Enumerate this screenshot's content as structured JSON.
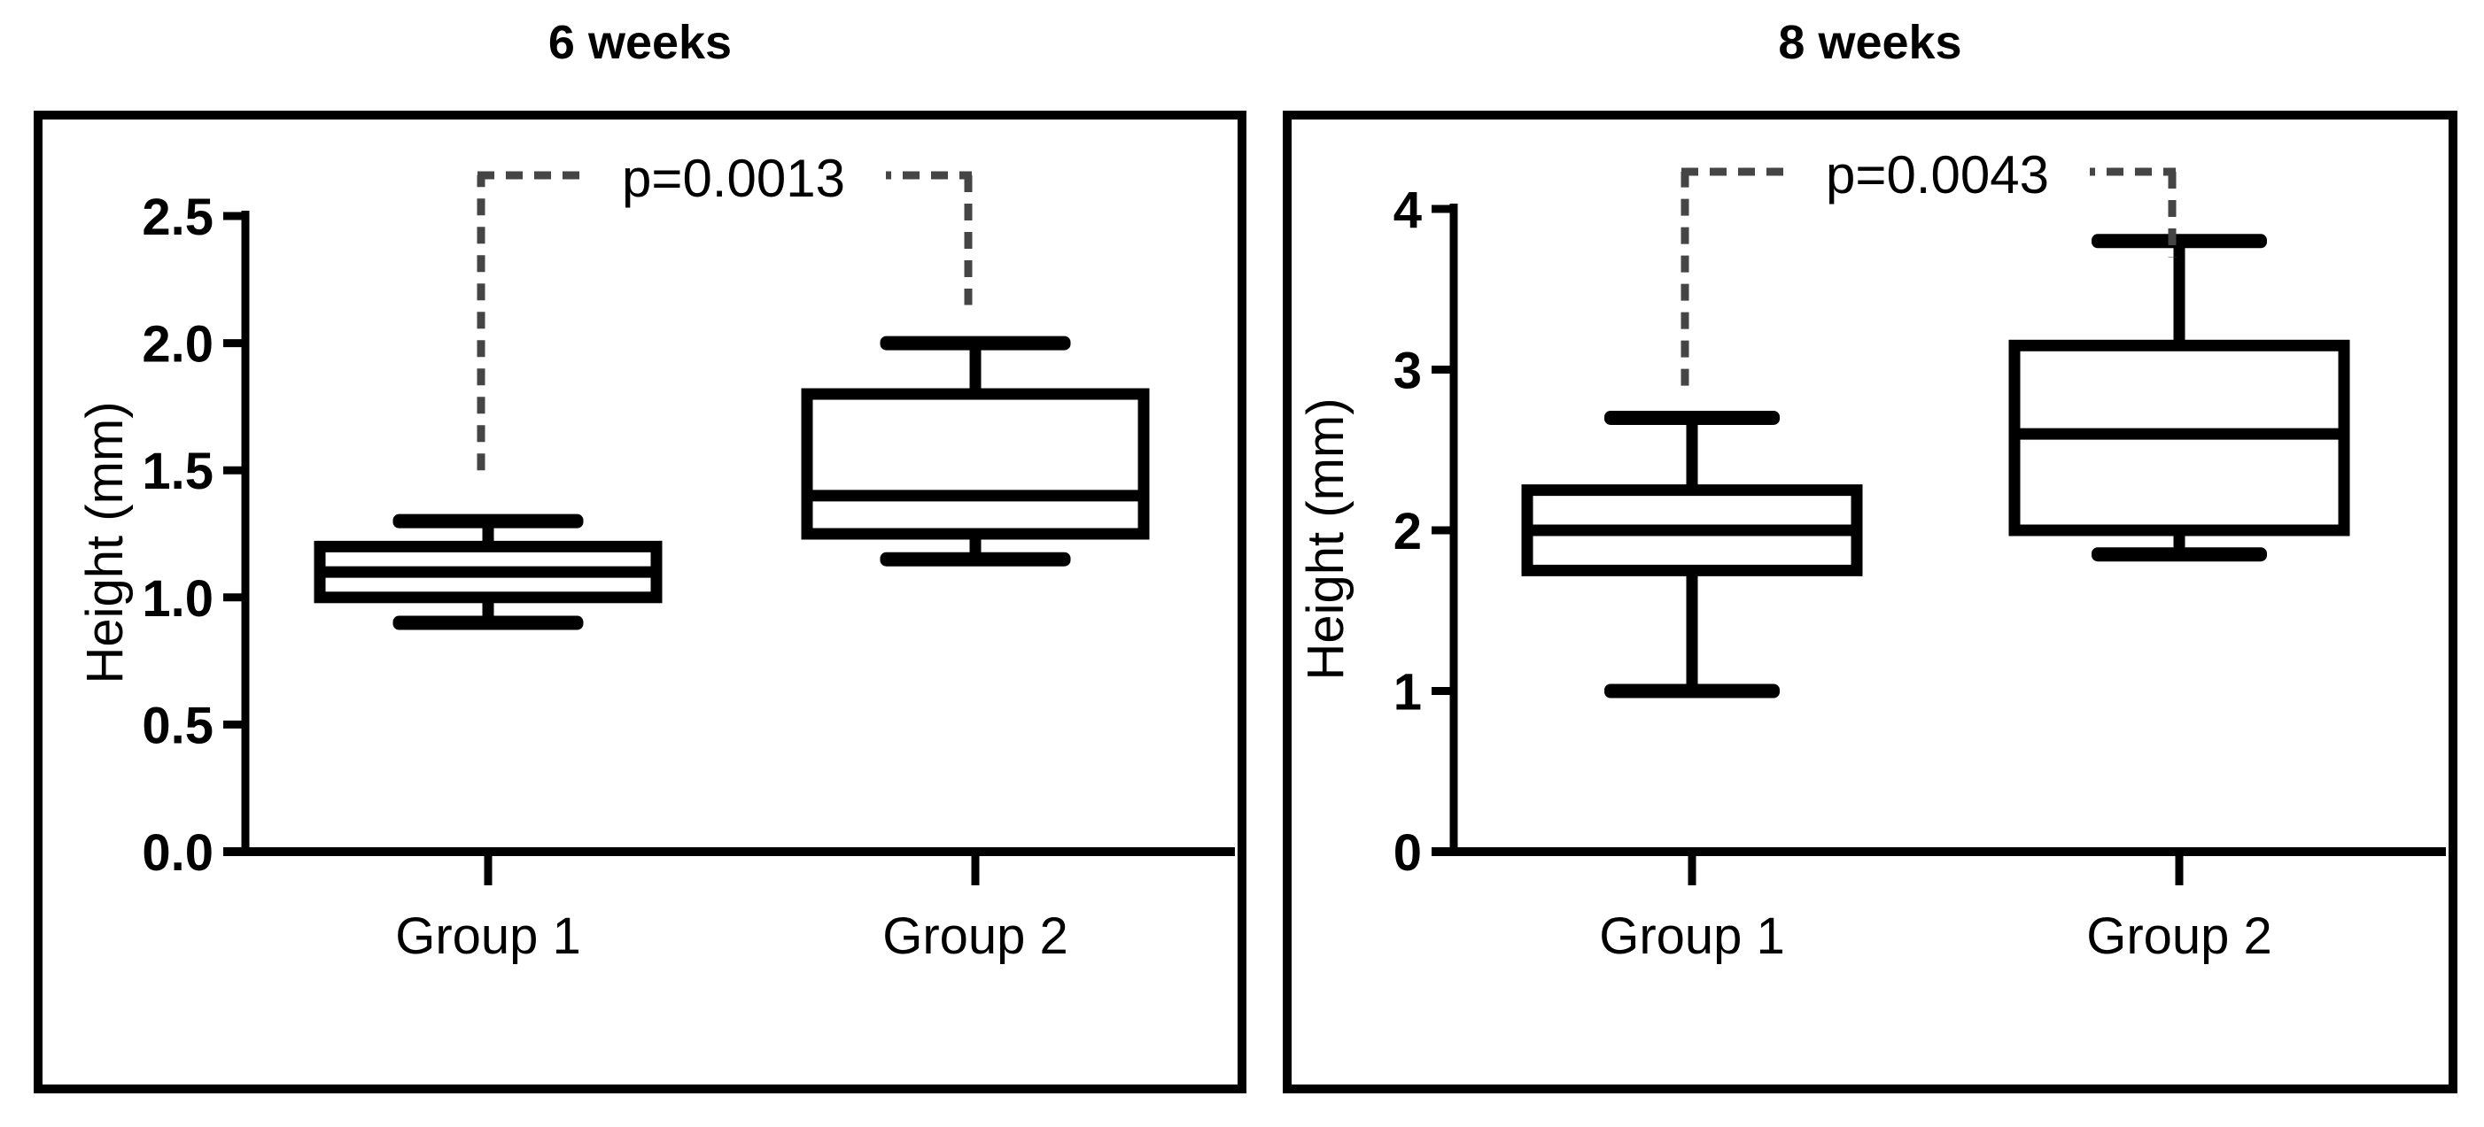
{
  "figure": {
    "background": "#ffffff",
    "ink_color": "#000000",
    "bracket_color": "#454545",
    "box_fill": "#ffffff"
  },
  "chart_data": [
    {
      "type": "box",
      "title": "6 weeks",
      "ylabel": "Height (mm)",
      "xlabel": "",
      "ylim": [
        0.0,
        2.5
      ],
      "yticks": [
        0.0,
        0.5,
        1.0,
        1.5,
        2.0,
        2.5
      ],
      "ytick_labels": [
        "0.0",
        "0.5",
        "1.0",
        "1.5",
        "2.0",
        "2.5"
      ],
      "grid": "off",
      "categories": [
        "Group 1",
        "Group 2"
      ],
      "series": [
        {
          "name": "Group 1",
          "min": 0.9,
          "q1": 1.0,
          "median": 1.1,
          "q3": 1.2,
          "max": 1.3
        },
        {
          "name": "Group 2",
          "min": 1.15,
          "q1": 1.25,
          "median": 1.4,
          "q3": 1.8,
          "max": 2.0
        }
      ],
      "annotation": {
        "text": "p=0.0013",
        "left_drop_to": 1.5,
        "right_drop_to": 2.15
      }
    },
    {
      "type": "box",
      "title": "8 weeks",
      "ylabel": "Height (mm)",
      "xlabel": "",
      "ylim": [
        0,
        4
      ],
      "yticks": [
        0,
        1,
        2,
        3,
        4
      ],
      "ytick_labels": [
        "0",
        "1",
        "2",
        "3",
        "4"
      ],
      "grid": "off",
      "categories": [
        "Group 1",
        "Group 2"
      ],
      "series": [
        {
          "name": "Group 1",
          "min": 1.0,
          "q1": 1.75,
          "median": 2.0,
          "q3": 2.25,
          "max": 2.7
        },
        {
          "name": "Group 2",
          "min": 1.85,
          "q1": 2.0,
          "median": 2.6,
          "q3": 3.15,
          "max": 3.8
        }
      ],
      "annotation": {
        "text": "p=0.0043",
        "left_drop_to": 2.9,
        "right_drop_to": 3.7
      }
    }
  ]
}
